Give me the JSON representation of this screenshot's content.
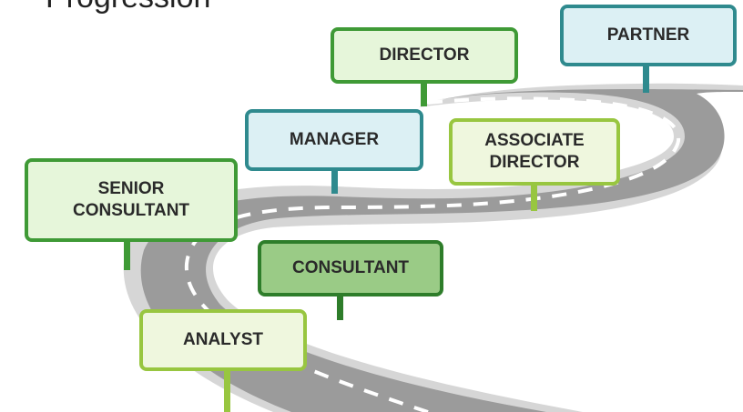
{
  "title": "Progression",
  "colors": {
    "road": "#9b9b9b",
    "road_edge": "#d6d6d6",
    "lane_marking": "#ffffff",
    "green_border": "#3f9a36",
    "green_fill": "#e6f6da",
    "teal_border": "#2f8a8e",
    "teal_fill": "#dcf0f4",
    "lime_border": "#98c640",
    "lime_fill": "#eff7de",
    "dark_green_border": "#2e7d2a",
    "dark_green_fill": "#9acb86"
  },
  "signs": [
    {
      "id": "analyst",
      "label": "ANALYST"
    },
    {
      "id": "consultant",
      "label": "CONSULTANT"
    },
    {
      "id": "senior-consultant",
      "label": "SENIOR\nCONSULTANT"
    },
    {
      "id": "manager",
      "label": "MANAGER"
    },
    {
      "id": "associate-director",
      "label": "ASSOCIATE\nDIRECTOR"
    },
    {
      "id": "director",
      "label": "DIRECTOR"
    },
    {
      "id": "partner",
      "label": "PARTNER"
    }
  ]
}
